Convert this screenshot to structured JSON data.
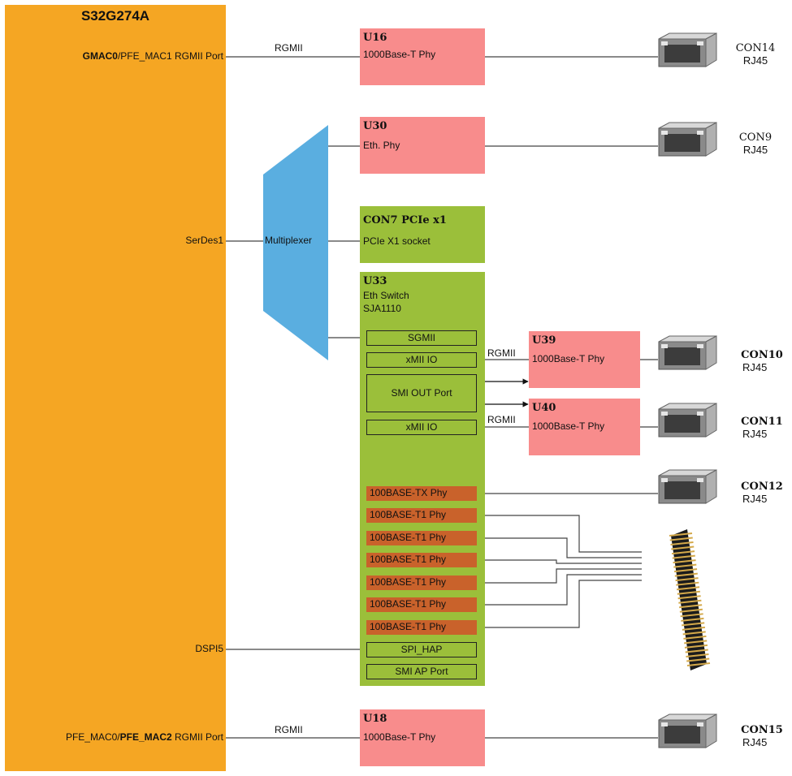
{
  "soc": {
    "title": "S32G274A",
    "ports": {
      "gmac0_bold": "GMAC0",
      "gmac0_rest": "/PFE_MAC1 RGMII Port",
      "serdes": "SerDes1",
      "dspi": "DSPI5",
      "pfe_pre": "PFE_MAC0/",
      "pfe_bold": "PFE_MAC2",
      "pfe_post": " RGMII Port"
    }
  },
  "links": {
    "rgmii_top": "RGMII",
    "rgmii_bottom": "RGMII",
    "rgmii_u39": "RGMII",
    "rgmii_u40": "RGMII"
  },
  "mux": {
    "label": "Multiplexer",
    "color": "#5aaee0"
  },
  "chips": {
    "u16": {
      "id": "U16",
      "desc": "1000Base-T Phy"
    },
    "u30": {
      "id": "U30",
      "desc": "Eth. Phy"
    },
    "con7": {
      "id": "CON7 PCIe x1",
      "desc": "PCIe X1 socket"
    },
    "u33": {
      "id": "U33",
      "desc1": "Eth Switch",
      "desc2": "SJA1110"
    },
    "u39": {
      "id": "U39",
      "desc": "1000Base-T Phy"
    },
    "u40": {
      "id": "U40",
      "desc": "1000Base-T Phy"
    },
    "u18": {
      "id": "U18",
      "desc": "1000Base-T Phy"
    }
  },
  "switch_blocks": {
    "sgmii": "SGMII",
    "xmii1": "xMII IO",
    "smi_out": "SMI OUT Port",
    "xmii2": "xMII IO",
    "phys": [
      "100BASE-TX Phy",
      "100BASE-T1 Phy",
      "100BASE-T1 Phy",
      "100BASE-T1 Phy",
      "100BASE-T1 Phy",
      "100BASE-T1 Phy",
      "100BASE-T1 Phy"
    ],
    "spi_hap": "SPI_HAP",
    "smi_ap": "SMI AP Port"
  },
  "connectors": {
    "con14": {
      "id": "CON14",
      "type": "RJ45"
    },
    "con9": {
      "id": "CON9",
      "type": "RJ45"
    },
    "con10": {
      "id": "CON10",
      "type": "RJ45"
    },
    "con11": {
      "id": "CON11",
      "type": "RJ45"
    },
    "con12": {
      "id": "CON12",
      "type": "RJ45"
    },
    "con15": {
      "id": "CON15",
      "type": "RJ45"
    }
  },
  "colors": {
    "soc": "#f5a623",
    "phy_chip": "#f88c8c",
    "switch": "#9bbf3a",
    "t1_phy": "#c9622b"
  }
}
